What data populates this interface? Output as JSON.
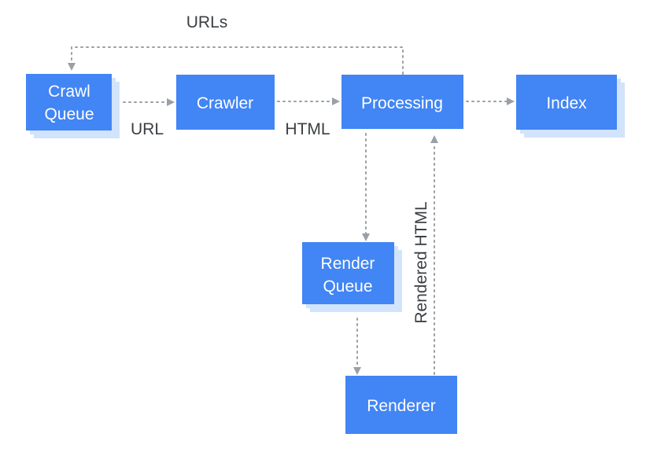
{
  "nodes": {
    "crawl_queue": {
      "lines": [
        "Crawl",
        "Queue"
      ]
    },
    "crawler": {
      "lines": [
        "Crawler"
      ]
    },
    "processing": {
      "lines": [
        "Processing"
      ]
    },
    "index": {
      "lines": [
        "Index"
      ]
    },
    "render_queue": {
      "lines": [
        "Render",
        "Queue"
      ]
    },
    "renderer": {
      "lines": [
        "Renderer"
      ]
    }
  },
  "edge_labels": {
    "urls": "URLs",
    "url": "URL",
    "html": "HTML",
    "rendered_html": "Rendered HTML"
  },
  "colors": {
    "node_fill": "#4285f4",
    "node_shadow": "#d2e3fc",
    "node_text": "#ffffff",
    "connector": "#9aa0a6",
    "label_text": "#3c4043"
  }
}
